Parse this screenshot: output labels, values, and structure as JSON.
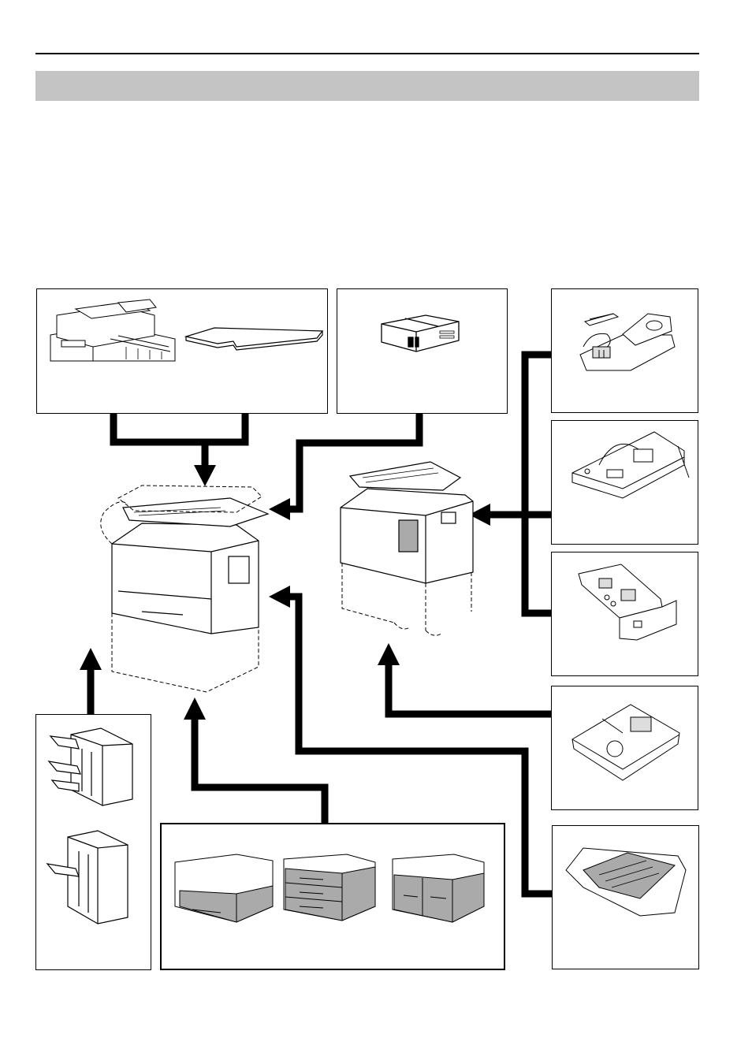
{
  "colors": {
    "section_bar": "#c4c4c4",
    "connector": "#000000",
    "outline": "#000000",
    "shaded_part": "#a9a9a9"
  },
  "illustrations": [
    "document-processor-and-original-cover",
    "key-counter",
    "memory-and-fax-kit",
    "printer-board",
    "network-interface-card",
    "scanner-kit",
    "duplex-unit",
    "finishers",
    "paper-feeders",
    "main-copier",
    "copier-on-stand"
  ]
}
